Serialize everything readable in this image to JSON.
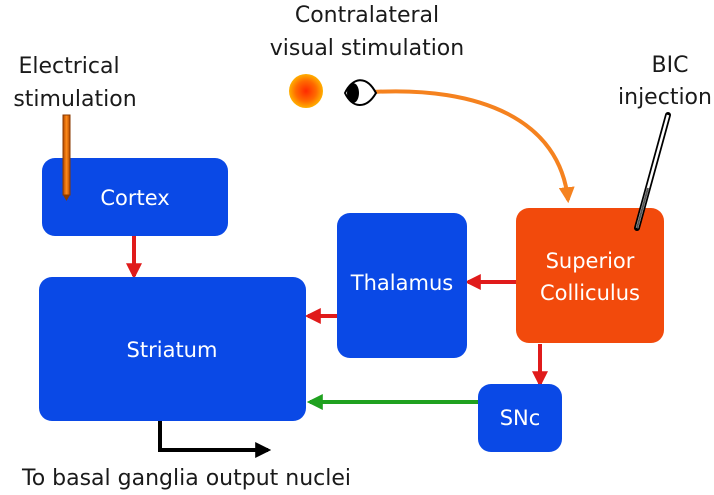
{
  "annotations": {
    "electrical": [
      "Electrical",
      "stimulation"
    ],
    "visual": [
      "Contralateral",
      "visual stimulation"
    ],
    "bic": [
      "BIC",
      "injection"
    ],
    "output": "To basal ganglia output nuclei"
  },
  "nodes": {
    "cortex": "Cortex",
    "striatum": "Striatum",
    "thalamus": "Thalamus",
    "superior_colliculus": [
      "Superior",
      "Colliculus"
    ],
    "snc": "SNc"
  },
  "colors": {
    "box_blue": "#0a49e6",
    "box_orange": "#f24a0c",
    "arrow_red": "#e01b1b",
    "arrow_green": "#1fa11f",
    "arrow_orange": "#f5821f",
    "arrow_black": "#000000"
  },
  "icons": {
    "electrode": "electrode-icon",
    "stimulus": "light-stimulus-icon",
    "eye": "eye-icon",
    "needle": "injection-needle-icon"
  }
}
